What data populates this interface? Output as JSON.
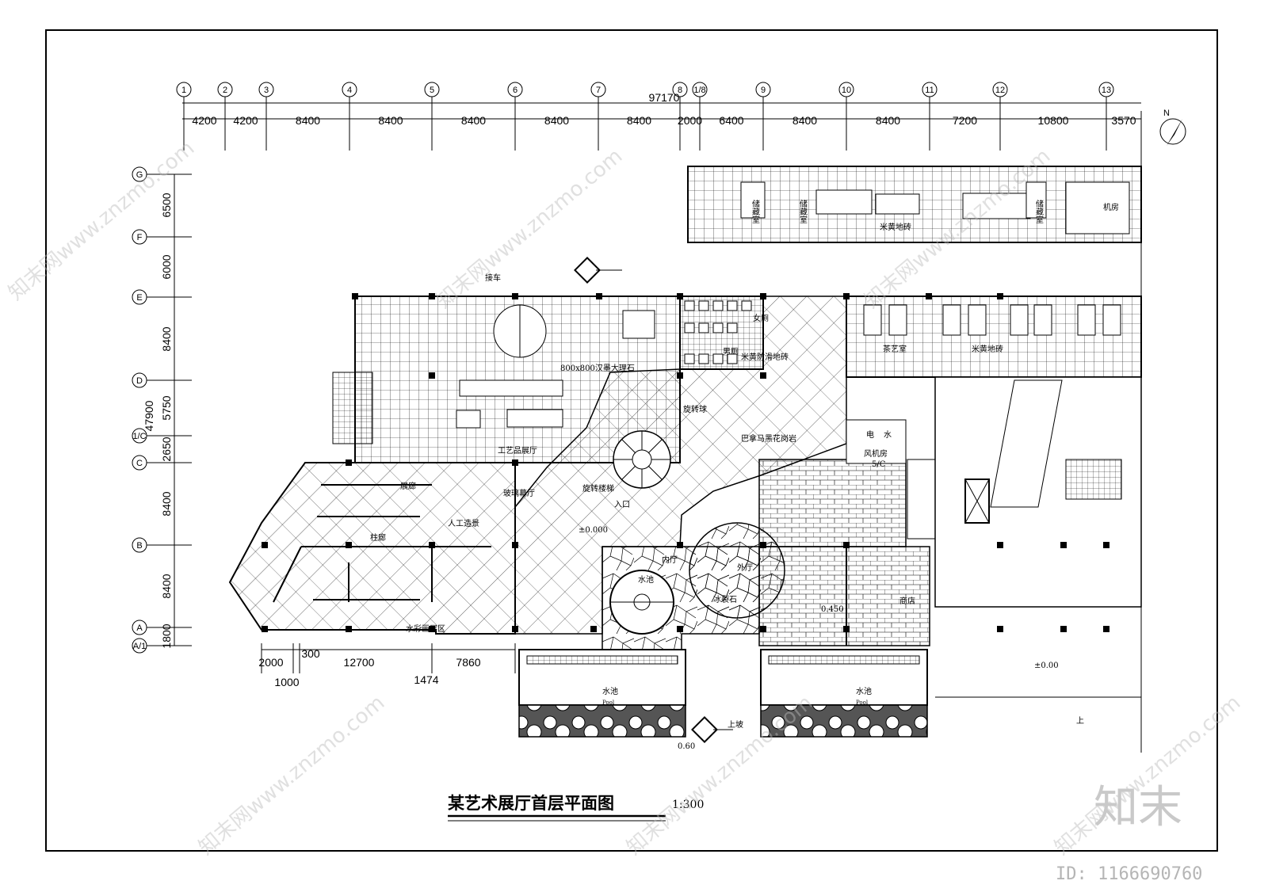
{
  "drawing": {
    "title": "某艺术展厅首层平面图",
    "scale": "1:300",
    "north_label": "N",
    "column_axes": [
      "1",
      "2",
      "3",
      "4",
      "5",
      "6",
      "7",
      "8",
      "1/8",
      "9",
      "10",
      "11",
      "12",
      "13"
    ],
    "row_axes": [
      "G",
      "F",
      "E",
      "D",
      "1/C",
      "C",
      "B",
      "A",
      "A/1"
    ],
    "overall_width": "97170",
    "overall_depth": "47900",
    "top_dimensions": [
      "4200",
      "4200",
      "8400",
      "8400",
      "8400",
      "8400",
      "8400",
      "2000",
      "6400",
      "8400",
      "8400",
      "7200",
      "10800",
      "3570"
    ],
    "side_dimensions": [
      "6500",
      "6000",
      "8400",
      "5750",
      "2650",
      "8400",
      "8400",
      "1800"
    ],
    "bottom_dimensions": [
      "2000",
      "300",
      "12700",
      "7860",
      "1000",
      "1474"
    ]
  },
  "rooms": {
    "storage_1": "储藏室",
    "storage_2": "储藏室",
    "storage_3": "储藏室",
    "machine_room": "机房",
    "beige_floor_tile": "米黄地砖",
    "pickup": "接车",
    "marble": "800x800汉墨大理石",
    "crafts_hall": "工艺品展厅",
    "womens_wc": "女厕",
    "mens_wc": "男厕",
    "antislip_tile": "米黄防滑地砖",
    "tea_room": "茶艺室",
    "beige_tile_2": "米黄地砖",
    "rotunda": "旋转球",
    "granite": "巴拿马黑花岗岩",
    "fan_room": "风机房",
    "fan_sub": "5/C",
    "electric": "电",
    "water": "水",
    "spiral_stair": "旋转楼梯",
    "entrance": "入口",
    "level_zero": "±0.000",
    "corridor": "展廊",
    "artificial": "人工造景",
    "cloister": "柱廊",
    "glass_hall": "玻璃幕厅",
    "watercolor": "水彩画展区",
    "inner_hall": "内厅",
    "pool_inner": "水池",
    "outer_hall": "外厅",
    "ice_stone": "冰裂石",
    "level_450": "0.450",
    "shop": "商店",
    "level_right": "±0.00",
    "pool_left": "水池",
    "pool_left_en": "Pool",
    "pool_right": "水池",
    "pool_right_en": "Pool",
    "up_label": "上",
    "slope": "上坡",
    "level_060": "0.60"
  },
  "branding": {
    "watermark": "知末网www.znzmo.com",
    "logo": "知末",
    "id": "ID: 1166690760"
  }
}
